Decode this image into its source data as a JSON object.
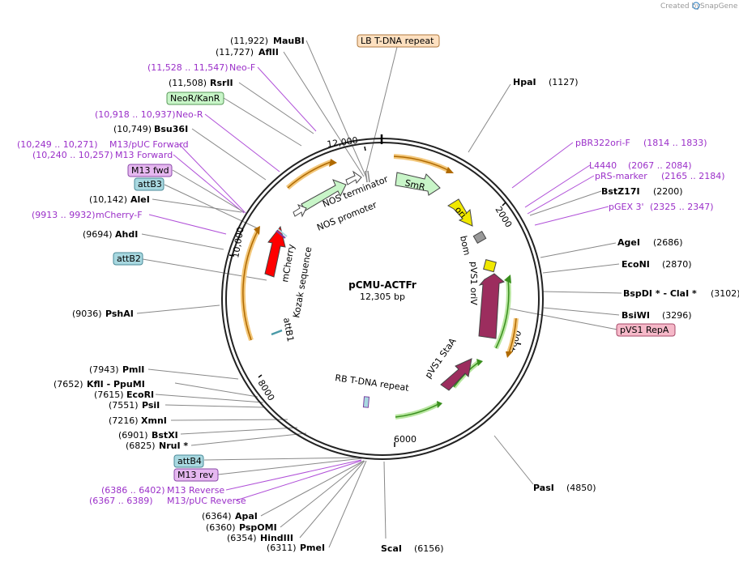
{
  "credit": {
    "text": "Created by",
    "brand": "SnapGene"
  },
  "plasmid": {
    "name": "pCMU-ACTFr",
    "size": "12,305 bp"
  },
  "ticks": [
    "12,000",
    "2000",
    "4000",
    "6000",
    "8000",
    "10,000"
  ],
  "left_labels": [
    {
      "pos": "(11,922)",
      "name": "MauBI",
      "kind": "enzyme"
    },
    {
      "pos": "(11,727)",
      "name": "AflII",
      "kind": "enzyme"
    },
    {
      "pos": "(11,528 .. 11,547)",
      "name": "Neo-F",
      "kind": "primer"
    },
    {
      "pos": "(11,508)",
      "name": "RsrII",
      "kind": "enzyme"
    },
    {
      "pos": "",
      "name": "NeoR/KanR",
      "kind": "box-green"
    },
    {
      "pos": "(10,918 .. 10,937)",
      "name": "Neo-R",
      "kind": "primer"
    },
    {
      "pos": "(10,749)",
      "name": "Bsu36I",
      "kind": "enzyme"
    },
    {
      "pos": "(10,249 .. 10,271)",
      "name": "M13/pUC Forward",
      "kind": "primer"
    },
    {
      "pos": "(10,240 .. 10,257)",
      "name": "M13 Forward",
      "kind": "primer"
    },
    {
      "pos": "",
      "name": "M13 fwd",
      "kind": "box-purple"
    },
    {
      "pos": "",
      "name": "attB3",
      "kind": "box-blue"
    },
    {
      "pos": "(10,142)",
      "name": "AleI",
      "kind": "enzyme"
    },
    {
      "pos": "(9913 .. 9932)",
      "name": "mCherry-F",
      "kind": "primer"
    },
    {
      "pos": "(9694)",
      "name": "AhdI",
      "kind": "enzyme"
    },
    {
      "pos": "",
      "name": "attB2",
      "kind": "box-blue"
    },
    {
      "pos": "(9036)",
      "name": "PshAI",
      "kind": "enzyme"
    },
    {
      "pos": "(7943)",
      "name": "PmlI",
      "kind": "enzyme"
    },
    {
      "pos": "(7652)",
      "name": "KflI  -  PpuMI",
      "kind": "enzyme"
    },
    {
      "pos": "(7615)",
      "name": "EcoRI",
      "kind": "enzyme"
    },
    {
      "pos": "(7551)",
      "name": "PsiI",
      "kind": "enzyme"
    },
    {
      "pos": "(7216)",
      "name": "XmnI",
      "kind": "enzyme"
    },
    {
      "pos": "(6901)",
      "name": "BstXI",
      "kind": "enzyme"
    },
    {
      "pos": "(6825)",
      "name": "NruI *",
      "kind": "enzyme"
    },
    {
      "pos": "",
      "name": "attB4",
      "kind": "box-blue"
    },
    {
      "pos": "",
      "name": "M13 rev",
      "kind": "box-purple"
    },
    {
      "pos": "(6386 .. 6402)",
      "name": "M13 Reverse",
      "kind": "primer"
    },
    {
      "pos": "(6367 .. 6389)",
      "name": "M13/pUC Reverse",
      "kind": "primer"
    },
    {
      "pos": "(6364)",
      "name": "ApaI",
      "kind": "enzyme"
    },
    {
      "pos": "(6360)",
      "name": "PspOMI",
      "kind": "enzyme"
    },
    {
      "pos": "(6354)",
      "name": "HindIII",
      "kind": "enzyme"
    },
    {
      "pos": "(6311)",
      "name": "PmeI",
      "kind": "enzyme"
    }
  ],
  "top_box": {
    "name": "LB T-DNA repeat"
  },
  "right_labels": [
    {
      "name": "HpaI",
      "pos": "(1127)",
      "kind": "enzyme"
    },
    {
      "name": "pBR322ori-F",
      "pos": "(1814 .. 1833)",
      "kind": "primer"
    },
    {
      "name": "L4440",
      "pos": "(2067 .. 2084)",
      "kind": "primer"
    },
    {
      "name": "pRS-marker",
      "pos": "(2165 .. 2184)",
      "kind": "primer"
    },
    {
      "name": "BstZ17I",
      "pos": "(2200)",
      "kind": "enzyme"
    },
    {
      "name": "pGEX 3'",
      "pos": "(2325 .. 2347)",
      "kind": "primer"
    },
    {
      "name": "AgeI",
      "pos": "(2686)",
      "kind": "enzyme"
    },
    {
      "name": "EcoNI",
      "pos": "(2870)",
      "kind": "enzyme"
    },
    {
      "name": "BspDI *  -  ClaI *",
      "pos": "(3102)",
      "kind": "enzyme"
    },
    {
      "name": "BsiWI",
      "pos": "(3296)",
      "kind": "enzyme"
    },
    {
      "name": "pVS1 RepA",
      "pos": "",
      "kind": "box-pink"
    },
    {
      "name": "PasI",
      "pos": "(4850)",
      "kind": "enzyme"
    },
    {
      "name": "ScaI",
      "pos": "(6156)",
      "kind": "enzyme"
    }
  ],
  "inner_labels": {
    "nos_terminator": "NOS terminator",
    "nos_promoter": "NOS promoter",
    "smr": "SmR",
    "ori": "ori",
    "bom": "bom",
    "pvs1_oriv": "pVS1 oriV",
    "pvs1_staa": "pVS1 StaA",
    "rb_tdna": "RB T-DNA repeat",
    "mcherry": "mCherry",
    "kozak": "Kozak sequence",
    "attb1": "attB1"
  },
  "colors": {
    "enzyme_text": "#000000",
    "primer_text": "#9b30c9",
    "line_gray": "#888888",
    "orange_arrow": "#e8a000",
    "green_arrow": "#4ca32a",
    "mcherry_red": "#ff0000",
    "pvs1_maroon": "#9c2d5e",
    "ori_yellow": "#f0e800",
    "smr_green": "#c8f5c8",
    "box_green": "#c8f5c8",
    "box_blue": "#a8d8e0",
    "box_purple": "#e6b8f0",
    "box_pink": "#f5b8c8",
    "box_orange": "#fde0c0"
  }
}
